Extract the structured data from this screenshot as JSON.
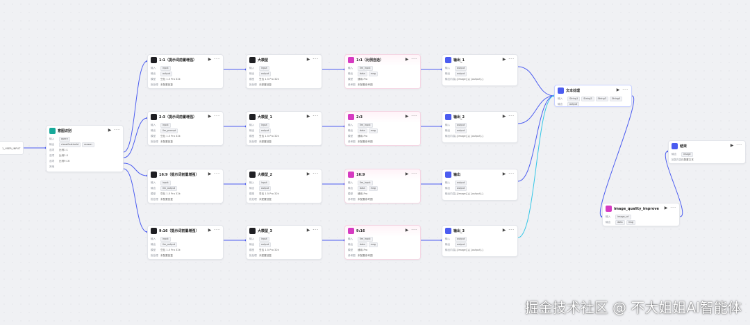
{
  "start_node": {
    "label": "1_USER_INPUT"
  },
  "intent_node": {
    "title": "意图识别",
    "rows": [
      {
        "label": "输入",
        "chips": [
          "query"
        ]
      },
      {
        "label": "输出",
        "chips": [
          "classificationId",
          "reason"
        ]
      },
      {
        "label": "选项",
        "value": "比例1:1"
      },
      {
        "label": "选项",
        "value": "比例2:3"
      },
      {
        "label": "选项",
        "value": "比例9:16"
      },
      {
        "label": "其他",
        "value": ""
      }
    ]
  },
  "column1": [
    {
      "title": "1:1（提示词前置增强）",
      "rows": [
        {
          "label": "输入",
          "chips": [
            "input"
          ]
        },
        {
          "label": "输出",
          "chips": [
            "output"
          ]
        },
        {
          "label": "模型",
          "value": "豆包 1.5 Pro 32k"
        },
        {
          "label": "批处理",
          "value": "未配置回复"
        }
      ]
    },
    {
      "title": "2:3（提示词前置增强）",
      "rows": [
        {
          "label": "输入",
          "chips": [
            "input"
          ]
        },
        {
          "label": "输出",
          "chips": [
            "llm_prompt"
          ]
        },
        {
          "label": "模型",
          "value": "豆包 1.5 Pro 32k"
        },
        {
          "label": "批处理",
          "value": "未配置回复"
        }
      ]
    },
    {
      "title": "16:9（提示词前置增强）",
      "rows": [
        {
          "label": "输入",
          "chips": [
            "input"
          ]
        },
        {
          "label": "输出",
          "chips": [
            "llm_output"
          ]
        },
        {
          "label": "模型",
          "value": "豆包 1.5 Pro 32k"
        },
        {
          "label": "批处理",
          "value": "未配置回复"
        }
      ]
    },
    {
      "title": "9:16（提示词前置增强）",
      "rows": [
        {
          "label": "输入",
          "chips": [
            "input"
          ]
        },
        {
          "label": "输出",
          "chips": [
            "llm_output"
          ]
        },
        {
          "label": "模型",
          "value": "豆包 1.5 Pro 32k"
        },
        {
          "label": "批处理",
          "value": "未配置回复"
        }
      ]
    }
  ],
  "column2": [
    {
      "title": "大模型",
      "rows": [
        {
          "label": "输入",
          "chips": [
            "input"
          ]
        },
        {
          "label": "输出",
          "chips": [
            "output"
          ]
        },
        {
          "label": "模型",
          "value": "豆包 1.5 Pro 32k"
        },
        {
          "label": "批处理",
          "value": "未配置回复"
        }
      ]
    },
    {
      "title": "大模型_1",
      "rows": [
        {
          "label": "输入",
          "chips": [
            "input"
          ]
        },
        {
          "label": "输出",
          "chips": [
            "output"
          ]
        },
        {
          "label": "模型",
          "value": "豆包 1.5 Pro 32k"
        },
        {
          "label": "批处理",
          "value": "未配置回复"
        }
      ]
    },
    {
      "title": "大模型_2",
      "rows": [
        {
          "label": "输入",
          "chips": [
            "input"
          ]
        },
        {
          "label": "输出",
          "chips": [
            "output"
          ]
        },
        {
          "label": "模型",
          "value": "豆包 1.5 Pro 32k"
        },
        {
          "label": "批处理",
          "value": "未配置回复"
        }
      ]
    },
    {
      "title": "大模型_3",
      "rows": [
        {
          "label": "输入",
          "chips": [
            "input"
          ]
        },
        {
          "label": "输出",
          "chips": [
            "output"
          ]
        },
        {
          "label": "模型",
          "value": "豆包 1.5 Pro 32k"
        },
        {
          "label": "批处理",
          "value": "未配置回复"
        }
      ]
    }
  ],
  "column3": [
    {
      "title": "1:1（比例自选）",
      "rows": [
        {
          "label": "输入",
          "chips": [
            "llm_input"
          ]
        },
        {
          "label": "输出",
          "chips": [
            "data",
            "msg"
          ]
        },
        {
          "label": "模型",
          "value": "通用-Pro"
        },
        {
          "label": "参考图",
          "value": "未配置参考图"
        }
      ]
    },
    {
      "title": "2:3",
      "rows": [
        {
          "label": "输入",
          "chips": [
            "llm_input"
          ]
        },
        {
          "label": "输出",
          "chips": [
            "data",
            "msg"
          ]
        },
        {
          "label": "模型",
          "value": "通用-Pro"
        },
        {
          "label": "参考图",
          "value": "未配置参考图"
        }
      ]
    },
    {
      "title": "16:9",
      "rows": [
        {
          "label": "输入",
          "chips": [
            "llm_input"
          ]
        },
        {
          "label": "输出",
          "chips": [
            "data",
            "msg"
          ]
        },
        {
          "label": "模型",
          "value": "通用-Pro"
        },
        {
          "label": "参考图",
          "value": "未配置参考图"
        }
      ]
    },
    {
      "title": "9:16",
      "rows": [
        {
          "label": "输入",
          "chips": [
            "llm_input"
          ]
        },
        {
          "label": "输出",
          "chips": [
            "data",
            "msg"
          ]
        },
        {
          "label": "模型",
          "value": "通用-Pro"
        },
        {
          "label": "参考图",
          "value": "未配置参考图"
        }
      ]
    }
  ],
  "column4": [
    {
      "title": "输出_1",
      "rows": [
        {
          "label": "输入",
          "chips": [
            "output"
          ]
        },
        {
          "label": "输出",
          "chips": [
            "output"
          ]
        },
        {
          "label": "输出内容",
          "value": "{{image}}{{output}}"
        }
      ]
    },
    {
      "title": "输出_2",
      "rows": [
        {
          "label": "输入",
          "chips": [
            "output"
          ]
        },
        {
          "label": "输出",
          "chips": [
            "output"
          ]
        },
        {
          "label": "输出内容",
          "value": "{{image}}{{output}}"
        }
      ]
    },
    {
      "title": "输出",
      "rows": [
        {
          "label": "输入",
          "chips": [
            "output"
          ]
        },
        {
          "label": "输出",
          "chips": [
            "output"
          ]
        },
        {
          "label": "输出内容",
          "value": "{{image}}{{output}}"
        }
      ]
    },
    {
      "title": "输出_3",
      "rows": [
        {
          "label": "输入",
          "chips": [
            "output"
          ]
        },
        {
          "label": "输出",
          "chips": [
            "output"
          ]
        },
        {
          "label": "输出内容",
          "value": "{{image}}{{output}}"
        }
      ]
    }
  ],
  "text_node": {
    "title": "文本处理",
    "rows": [
      {
        "label": "输入",
        "chips": [
          "String1",
          "String2",
          "String3",
          "String4"
        ]
      },
      {
        "label": "输出",
        "chips": [
          "output"
        ]
      }
    ]
  },
  "image_quality_node": {
    "title": "image_quality_improve",
    "rows": [
      {
        "label": "输入",
        "chips": [
          "image_url"
        ]
      },
      {
        "label": "输出",
        "chips": [
          "data",
          "msg"
        ]
      }
    ]
  },
  "end_node": {
    "title": "结束",
    "rows": [
      {
        "label": "输出",
        "chips": [
          "image"
        ]
      },
      {
        "label": "回答内容",
        "value": "已配置文本"
      }
    ]
  },
  "watermark": "掘金技术社区 @ 不大姐姐AI智能体",
  "colors": {
    "edge": "#4b5cf0",
    "edge_highlight": "#33c6e6",
    "llm_icon": "#1f1f23",
    "image_icon": "#d63ac1",
    "intent_icon": "#17a99a"
  }
}
